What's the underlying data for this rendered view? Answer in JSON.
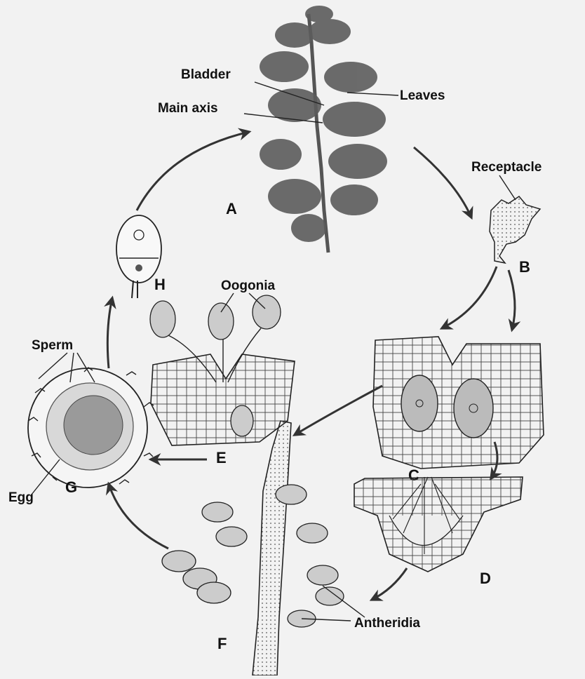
{
  "labels": {
    "bladder": "Bladder",
    "leaves": "Leaves",
    "main_axis": "Main axis",
    "receptacle": "Receptacle",
    "oogonia": "Oogonia",
    "sperm": "Sperm",
    "egg": "Egg",
    "antheridia": "Antheridia"
  },
  "stages": {
    "a": "A",
    "b": "B",
    "c": "C",
    "d": "D",
    "e": "E",
    "f": "F",
    "g": "G",
    "h": "H"
  }
}
